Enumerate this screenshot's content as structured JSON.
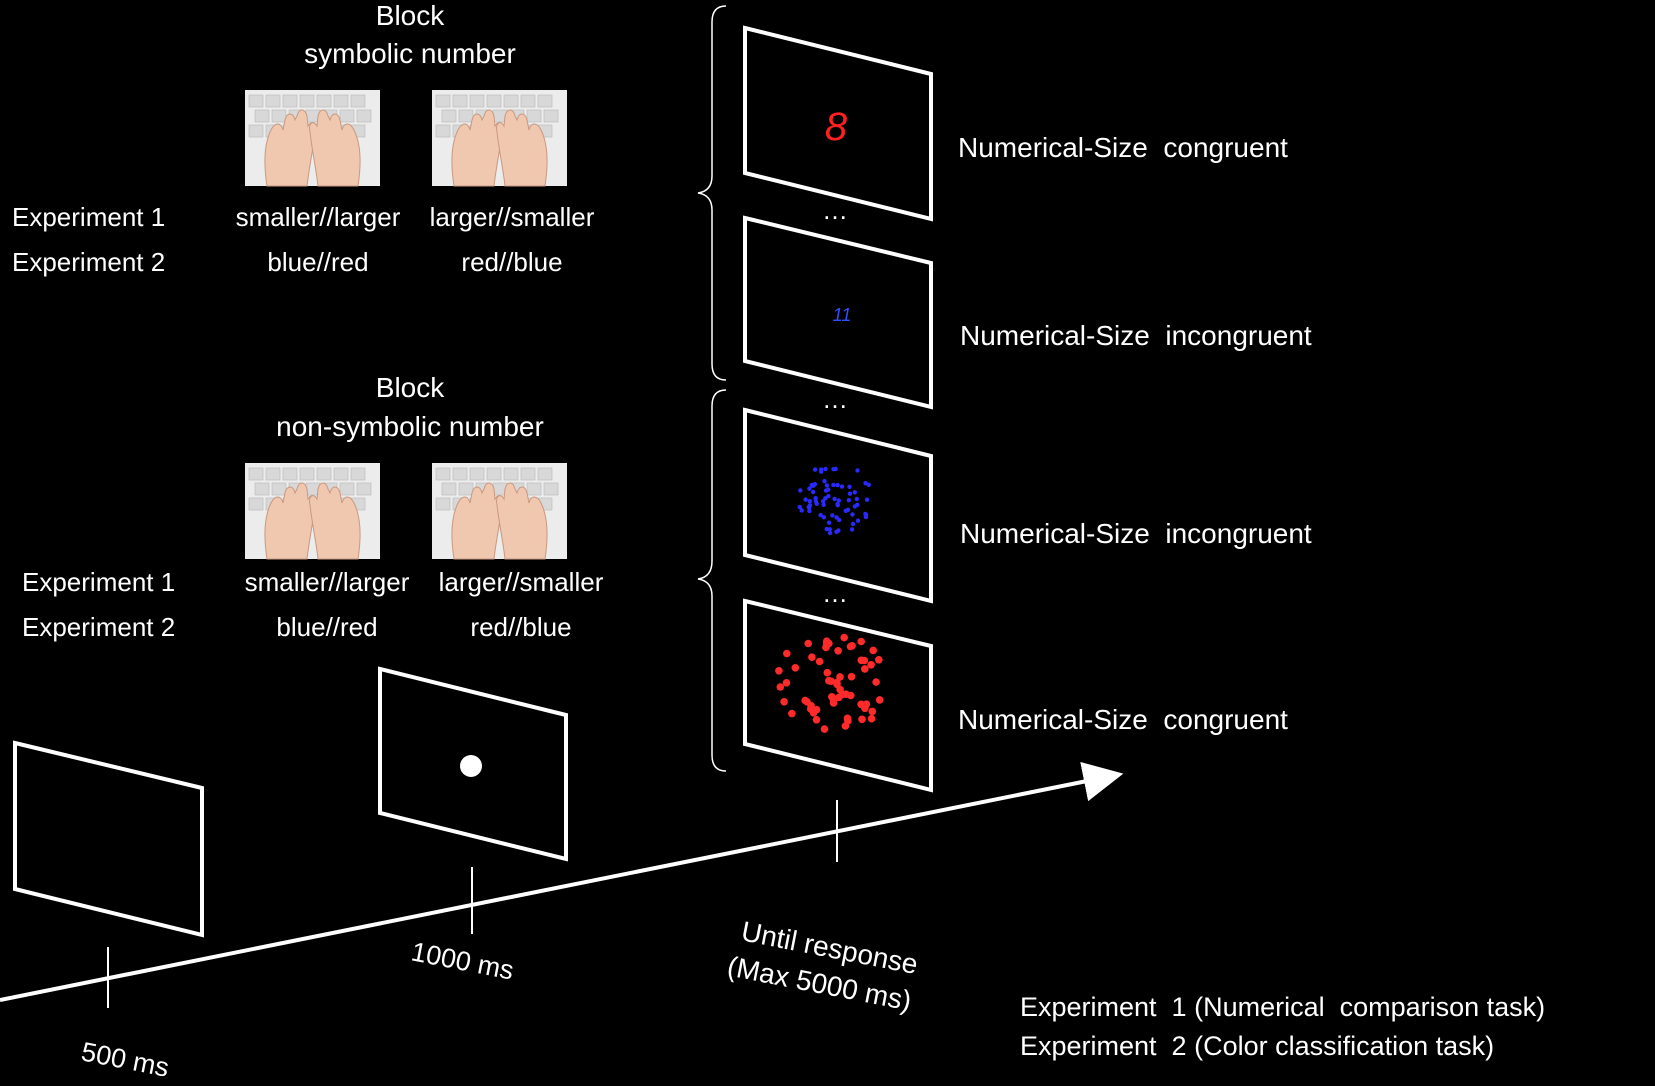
{
  "blocks": [
    {
      "title": "Block",
      "subtitle": "symbolic number",
      "rows": [
        {
          "label": "Experiment 1",
          "left": "smaller//larger",
          "right": "larger//smaller"
        },
        {
          "label": "Experiment 2",
          "left": "blue//red",
          "right": "red//blue"
        }
      ]
    },
    {
      "title": "Block",
      "subtitle": "non-symbolic number",
      "rows": [
        {
          "label": "Experiment 1",
          "left": "smaller//larger",
          "right": "larger//smaller"
        },
        {
          "label": "Experiment 2",
          "left": "blue//red",
          "right": "red//blue"
        }
      ]
    }
  ],
  "stimuli": [
    {
      "kind": "digit",
      "digit": "8",
      "color": "#ff2020",
      "label": "Numerical-Size  congruent"
    },
    {
      "kind": "digit",
      "digit": "11",
      "color": "#3050ff",
      "label": "Numerical-Size  incongruent"
    },
    {
      "kind": "dots",
      "color": "#2a2aff",
      "label": "Numerical-Size  incongruent"
    },
    {
      "kind": "dots",
      "color": "#ff2a2a",
      "label": "Numerical-Size  congruent"
    }
  ],
  "ellipsis": "…",
  "timeline": {
    "blank_duration": "500 ms",
    "fixation_duration": "1000 ms",
    "response_line1": "Until response",
    "response_line2": "(Max 5000 ms)"
  },
  "tasks": [
    "Experiment  1 (Numerical  comparison task)",
    "Experiment  2 (Color classification task)"
  ],
  "icons": {
    "keyboard_hands": "keyboard-hands-icon",
    "fixation_point": "fixation-dot-icon"
  }
}
